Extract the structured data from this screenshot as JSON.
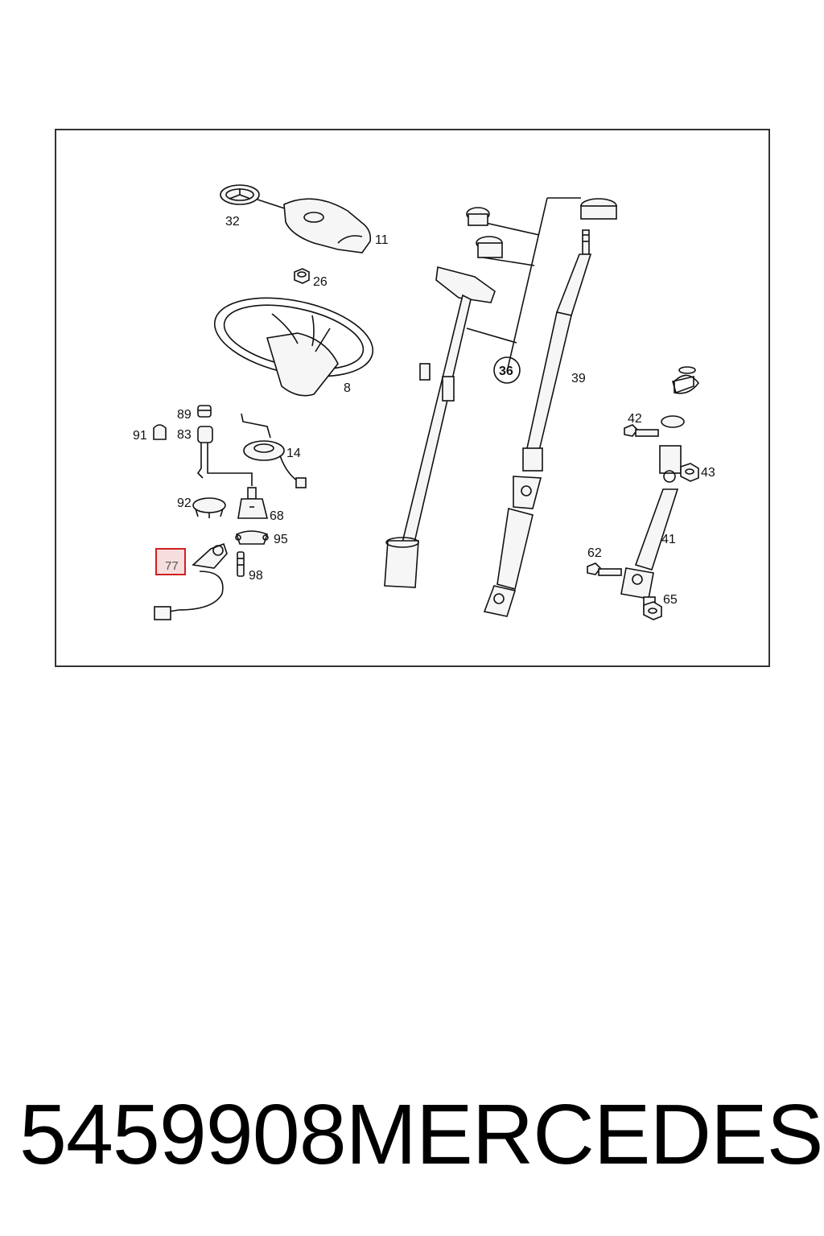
{
  "part_numbers": {
    "p32": "32",
    "p11": "11",
    "p26": "26",
    "p8": "8",
    "p89": "89",
    "p91": "91",
    "p83": "83",
    "p14": "14",
    "p92": "92",
    "p68": "68",
    "p95": "95",
    "p98": "98",
    "p77": "77",
    "p36": "36",
    "p39": "39",
    "p42": "42",
    "p43": "43",
    "p41": "41",
    "p62": "62",
    "p65": "65"
  },
  "highlighted_part": "77",
  "footer": {
    "part_number": "5459908",
    "brand": "MERCEDES"
  },
  "colors": {
    "highlight_fill": "#f7dede",
    "highlight_stroke": "#d02020",
    "line": "#111111"
  }
}
